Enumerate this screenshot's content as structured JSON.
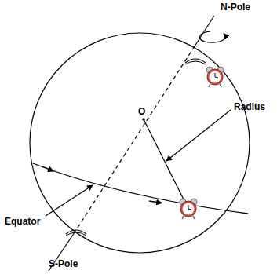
{
  "diagram": {
    "labels": [
      "N-Pole",
      "O",
      "Radius",
      "Equator",
      "S-Pole"
    ]
  }
}
